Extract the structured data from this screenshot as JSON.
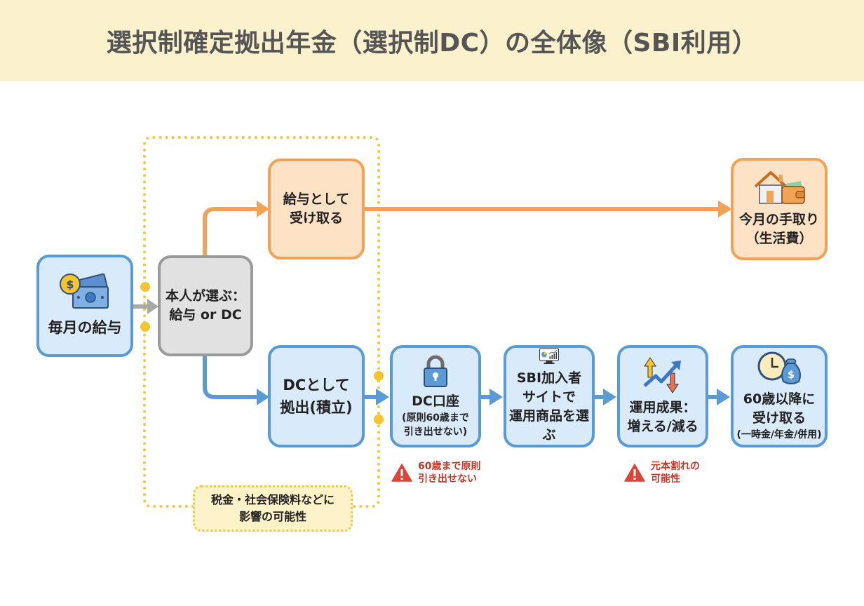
{
  "title": "選択制確定拠出年金（選択制DC）の全体像（SBI利用）",
  "colors": {
    "header_bg": "#fbf1cc",
    "blue_border": "#5b9bd5",
    "blue_fill": "#d9eafa",
    "orange_border": "#f0a257",
    "orange_fill": "#fde2c6",
    "gray_border": "#9a9a9a",
    "gray_fill": "#e1e1e1",
    "dotted_boundary": "#ecc94b",
    "warning": "#c0392b"
  },
  "nodes": {
    "salary": {
      "label": "毎月の給与",
      "icon": "money-icon"
    },
    "choice": {
      "line1": "本人が選ぶ：",
      "line2": "給与 or DC"
    },
    "receive_salary": {
      "line1": "給与として",
      "line2": "受け取る"
    },
    "take_home": {
      "line1": "今月の手取り",
      "line2": "（生活費）",
      "icon": "house-wallet-icon"
    },
    "dc_contribute": {
      "line1": "DCとして",
      "line2": "拠出(積立)"
    },
    "dc_account": {
      "line1": "DC口座",
      "line2": "(原則60歳まで",
      "line3": "引き出せない)",
      "icon": "lock-icon"
    },
    "sbi_site": {
      "line1": "SBI加入者",
      "line2": "サイトで",
      "line3": "運用商品を選ぶ",
      "icon": "monitor-chart-icon"
    },
    "results": {
      "line1": "運用成果：",
      "line2": "増える/減る",
      "icon": "up-down-trend-icon"
    },
    "receive_60": {
      "line1": "60歳以降に",
      "line2": "受け取る",
      "line3": "(一時金/年金/併用)",
      "icon": "clock-moneybag-icon"
    }
  },
  "warnings": [
    {
      "line1": "60歳まで原則",
      "line2": "引き出せない"
    },
    {
      "line1": "元本割れの",
      "line2": "可能性"
    }
  ],
  "note": {
    "line1": "税金・社会保険料などに",
    "line2": "影響の可能性"
  }
}
